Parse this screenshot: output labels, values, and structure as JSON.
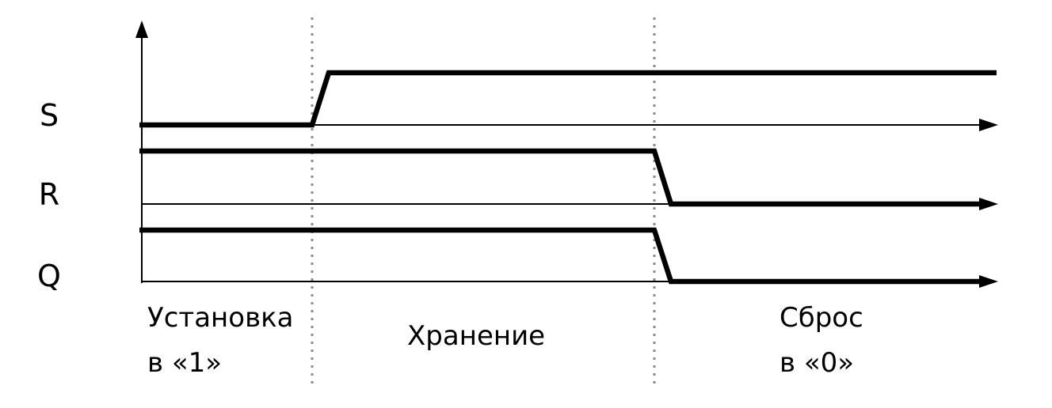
{
  "signals": [
    {
      "name": "S",
      "color": "#000000",
      "levels": [
        0,
        1
      ]
    },
    {
      "name": "R",
      "color": "#000000",
      "levels": [
        1,
        0
      ]
    },
    {
      "name": "Q",
      "color": "#000000",
      "levels": [
        1,
        0
      ]
    }
  ],
  "phases": [
    {
      "line1": "Установка",
      "line2": "в «1»"
    },
    {
      "line1": "Хранение",
      "line2": ""
    },
    {
      "line1": "Сброс",
      "line2": "в «0»"
    }
  ],
  "colors": {
    "signal": "#000000",
    "axis": "#000000",
    "divider": "#8a8a8a",
    "background": "#ffffff"
  }
}
